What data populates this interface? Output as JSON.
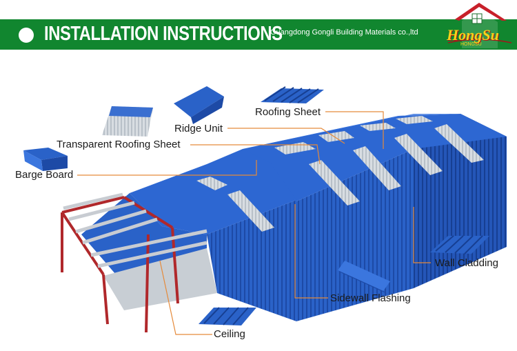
{
  "header": {
    "title": "INSTALLATION INSTRUCTIONS",
    "company": "Guangdong Gongli Building Materials co.,ltd",
    "logo_text": "HongSu",
    "logo_sub": "HONGSU"
  },
  "labels": {
    "roofing_sheet": "Roofing Sheet",
    "ridge_unit": "Ridge Unit",
    "transparent_roofing_sheet": "Transparent Roofing Sheet",
    "barge_board": "Barge Board",
    "wall_cladding": "Wall Cladding",
    "sidewall_flashing": "Sidewall Flashing",
    "ceiling": "Ceiling"
  },
  "colors": {
    "header_green": "#11862f",
    "roof_blue": "#2a5fc4",
    "leader_orange": "#e58a3a",
    "frame_red": "#b0282b"
  }
}
